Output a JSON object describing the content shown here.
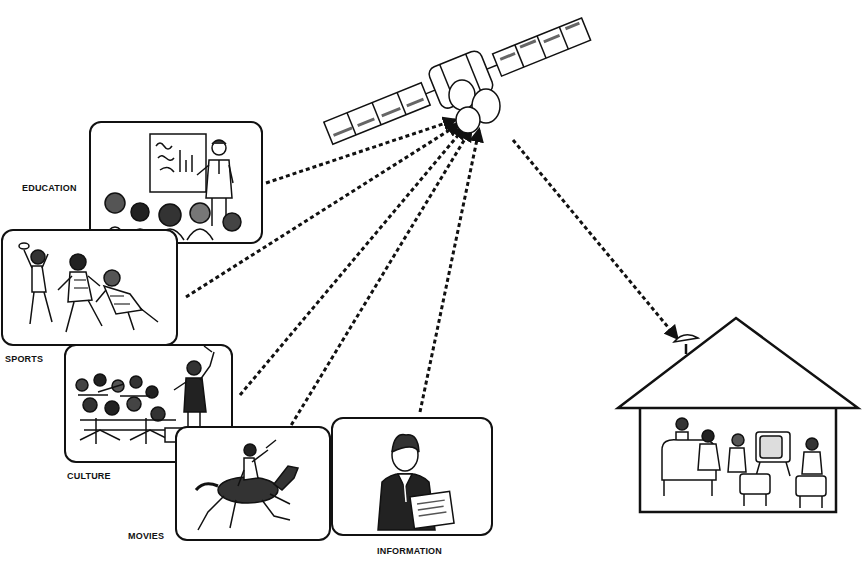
{
  "diagram": {
    "nodes": [
      {
        "text": [
          "EDUCATION"
        ]
      },
      {
        "text": [
          "SPORTS"
        ]
      },
      {
        "text": [
          "CULTURE"
        ]
      },
      {
        "text": [
          "MOVIES"
        ]
      },
      {
        "text": [
          "INFORMATION"
        ]
      }
    ]
  }
}
